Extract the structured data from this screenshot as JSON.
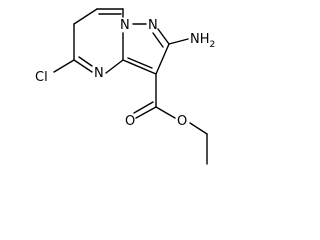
{
  "molecule": {
    "atoms": {
      "n_bridge": "N",
      "n_pyrazole": "N",
      "n_pyrimidine": "N",
      "cl": "Cl",
      "nh2_main": "NH",
      "nh2_sub": "2",
      "o_carbonyl": "O",
      "o_ester": "O"
    }
  }
}
